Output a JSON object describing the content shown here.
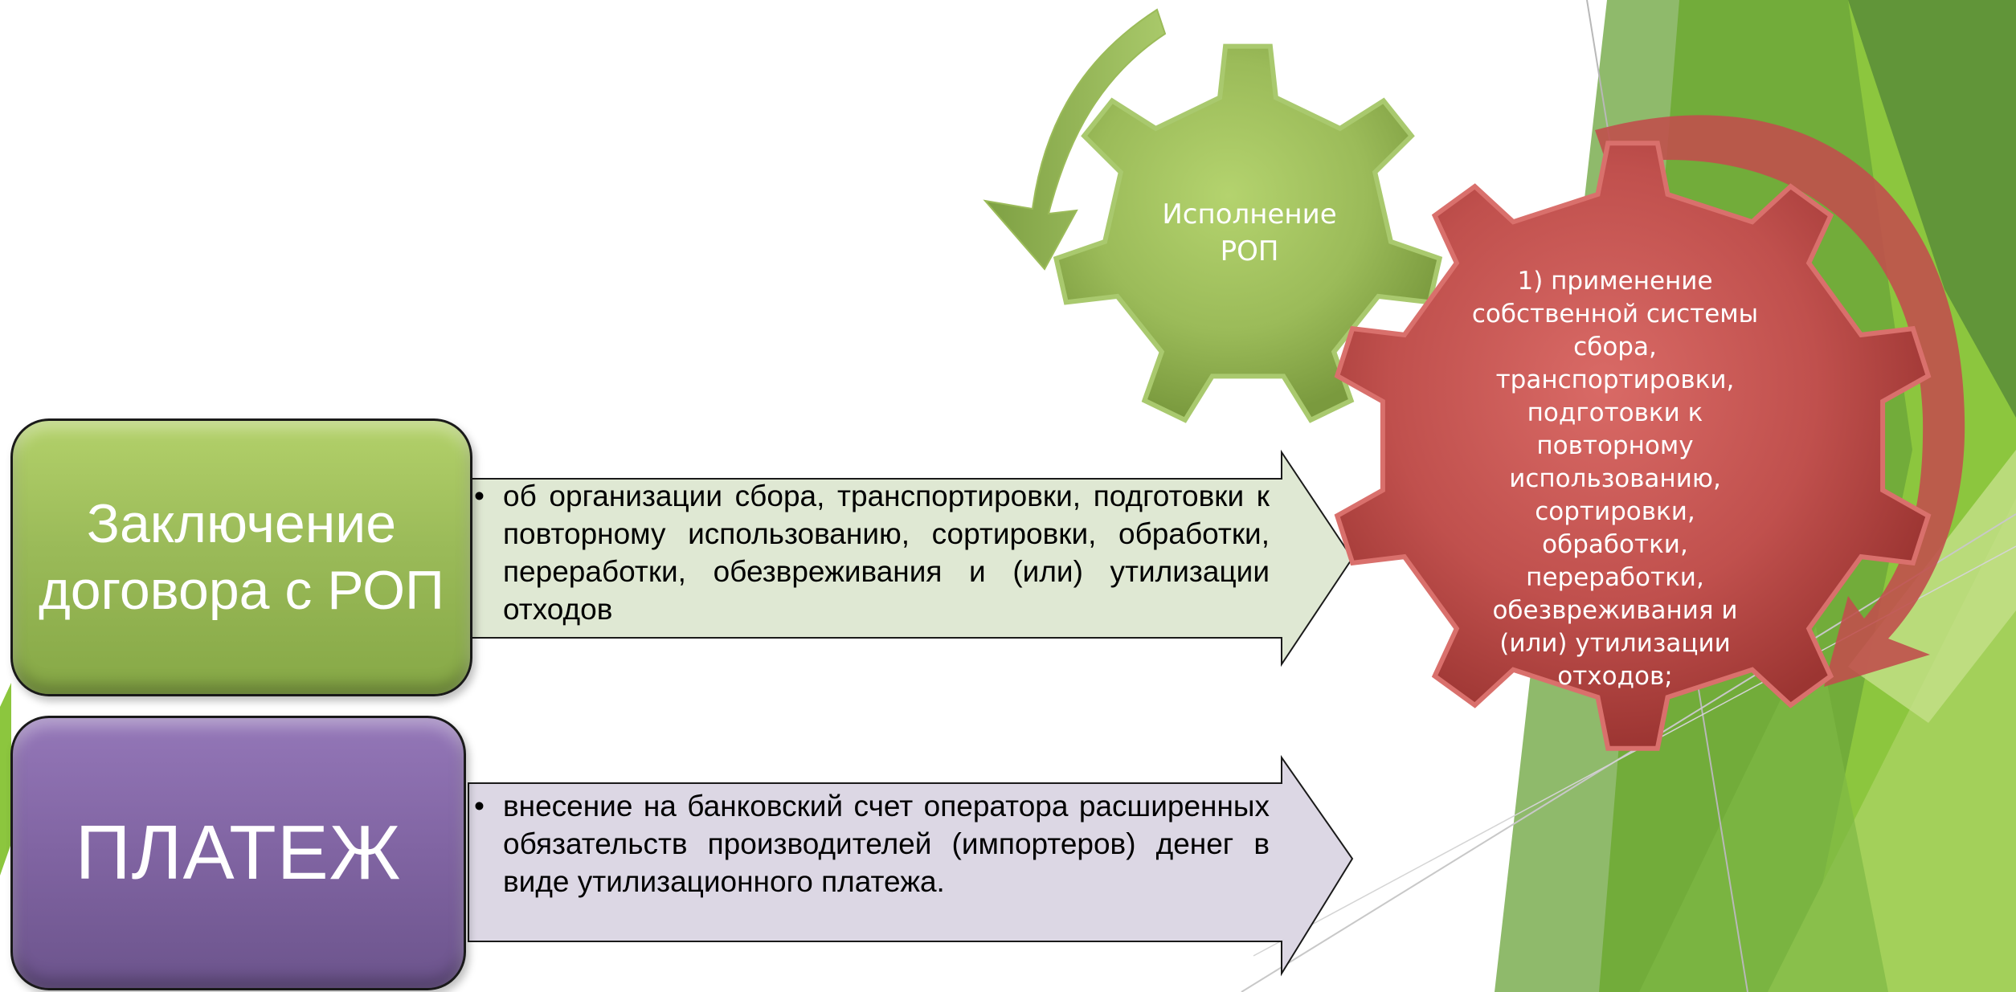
{
  "contract_box": {
    "title": "Заключение договора с РОП"
  },
  "payment_box": {
    "title": "ПЛАТЕЖ"
  },
  "contract_arrow": {
    "bullet_text": "об организации сбора, транспортировки, подготовки к повторному использованию, сортировки, обработки, переработки, обезвреживания и (или) утилизации отходов"
  },
  "payment_arrow": {
    "bullet_text": "внесение на банковский счет оператора расширенных обязательств производителей (импортеров) денег в виде утилизационного платежа."
  },
  "gear_green": {
    "label_line1": "Исполнение",
    "label_line2": "РОП"
  },
  "gear_red": {
    "label": "1) применение собственной системы сбора, транспортировки, подготовки к повторному использованию, сортировки, обработки, переработки, обезвреживания и (или) утилизации отходов;"
  },
  "colors": {
    "green": "#9bbb59",
    "purple": "#8064a2",
    "red": "#c0504d",
    "arrow_green_fill": "#dfe8d3",
    "arrow_purple_fill": "#dcd7e4"
  }
}
